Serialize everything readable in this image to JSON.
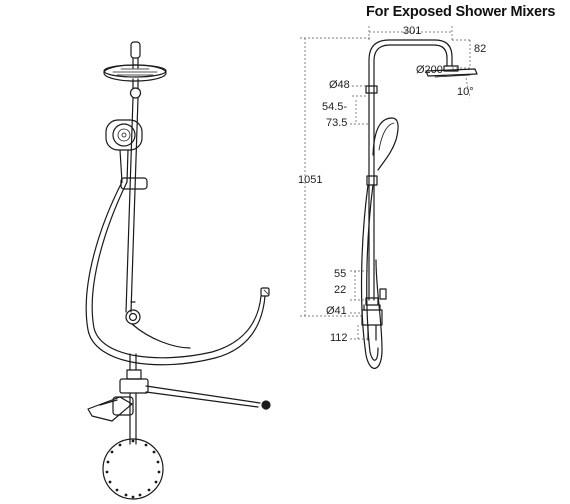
{
  "title": "For Exposed Shower Mixers",
  "dimensions": {
    "top_width": "301",
    "head_offset": "82",
    "head_diameter": "Ø200",
    "angle": "10°",
    "rail_diameter": "Ø48",
    "hand_range_min": "54.5-",
    "hand_range_max": "73.5",
    "overall_height": "1051",
    "lower_55": "55",
    "lower_22": "22",
    "pipe_diameter": "Ø41",
    "bottom_112": "112"
  },
  "colors": {
    "line": "#1a1a1a",
    "dim_line": "#555555",
    "background": "#ffffff"
  }
}
